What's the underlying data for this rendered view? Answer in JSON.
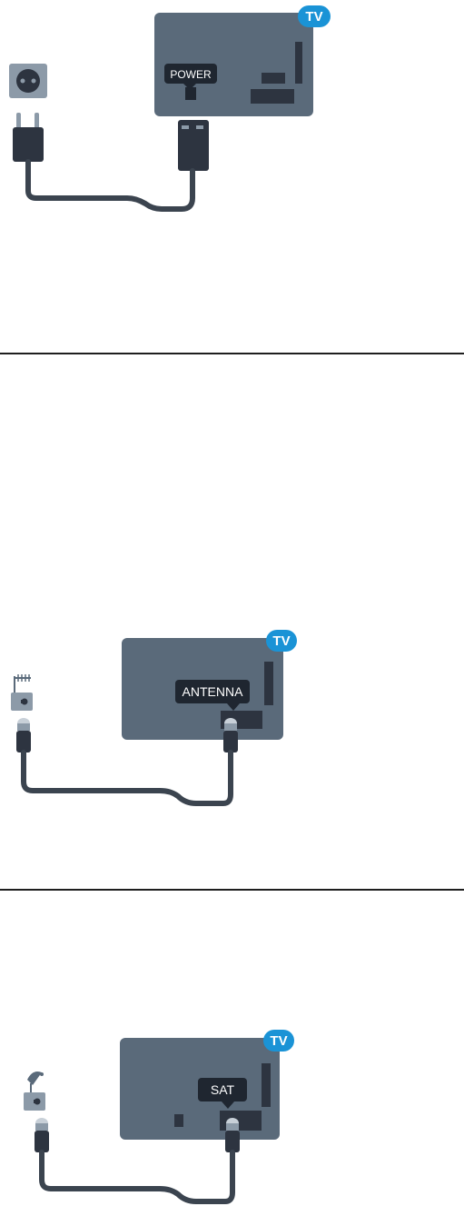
{
  "colors": {
    "tv_panel": "#5a6a7a",
    "connector": "#2d3440",
    "cable": "#3b444f",
    "badge": "#1a93d6",
    "outlet": "#8c9aa8",
    "divider": "#1e1e1e"
  },
  "figures": [
    {
      "id": "power",
      "port_label": "POWER",
      "tv_badge": "TV",
      "source_icon": "power-outlet-icon"
    },
    {
      "id": "antenna",
      "port_label": "ANTENNA",
      "tv_badge": "TV",
      "source_icon": "antenna-wall-socket-icon"
    },
    {
      "id": "satellite",
      "port_label": "SAT",
      "tv_badge": "TV",
      "source_icon": "satellite-wall-socket-icon"
    }
  ]
}
